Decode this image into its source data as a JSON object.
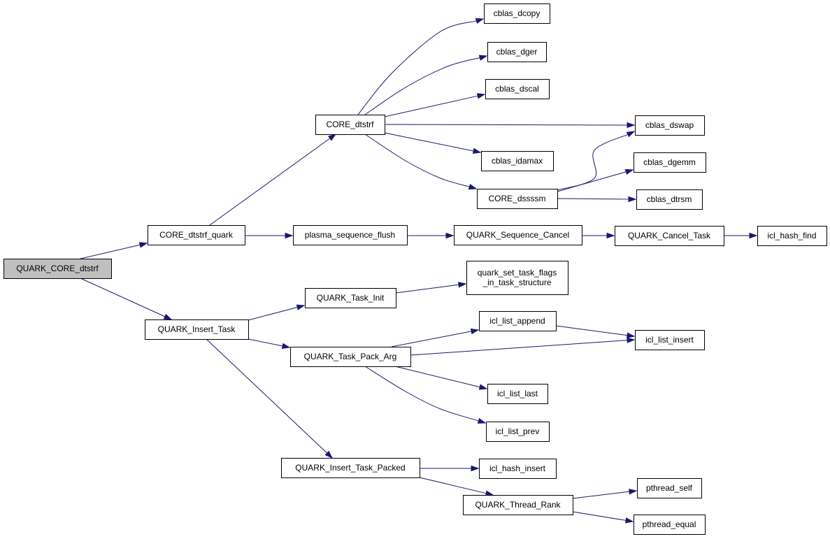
{
  "graph": {
    "colors": {
      "edge": "#191970",
      "node_border": "#000000",
      "root_fill": "#bfbfbf",
      "node_fill": "#ffffff"
    },
    "nodes": [
      {
        "id": "root",
        "label": "QUARK_CORE_dtstrf",
        "root": true
      },
      {
        "id": "core_dtstrf_quark",
        "label": "CORE_dtstrf_quark"
      },
      {
        "id": "quark_insert_task",
        "label": "QUARK_Insert_Task"
      },
      {
        "id": "core_dtstrf",
        "label": "CORE_dtstrf"
      },
      {
        "id": "plasma_sequence_flush",
        "label": "plasma_sequence_flush"
      },
      {
        "id": "quark_task_init",
        "label": "QUARK_Task_Init"
      },
      {
        "id": "quark_task_pack_arg",
        "label": "QUARK_Task_Pack_Arg"
      },
      {
        "id": "quark_insert_task_packed",
        "label": "QUARK_Insert_Task_Packed"
      },
      {
        "id": "cblas_dcopy",
        "label": "cblas_dcopy"
      },
      {
        "id": "cblas_dger",
        "label": "cblas_dger"
      },
      {
        "id": "cblas_dscal",
        "label": "cblas_dscal"
      },
      {
        "id": "cblas_idamax",
        "label": "cblas_idamax"
      },
      {
        "id": "core_dssssm",
        "label": "CORE_dssssm"
      },
      {
        "id": "quark_sequence_cancel",
        "label": "QUARK_Sequence_Cancel"
      },
      {
        "id": "quark_set_task_flags",
        "label": [
          "quark_set_task_flags",
          "_in_task_structure"
        ]
      },
      {
        "id": "icl_list_append",
        "label": "icl_list_append"
      },
      {
        "id": "icl_list_last",
        "label": "icl_list_last"
      },
      {
        "id": "icl_list_prev",
        "label": "icl_list_prev"
      },
      {
        "id": "icl_hash_insert",
        "label": "icl_hash_insert"
      },
      {
        "id": "quark_thread_rank",
        "label": "QUARK_Thread_Rank"
      },
      {
        "id": "cblas_dswap",
        "label": "cblas_dswap"
      },
      {
        "id": "cblas_dgemm",
        "label": "cblas_dgemm"
      },
      {
        "id": "cblas_dtrsm",
        "label": "cblas_dtrsm"
      },
      {
        "id": "quark_cancel_task",
        "label": "QUARK_Cancel_Task"
      },
      {
        "id": "icl_list_insert",
        "label": "icl_list_insert"
      },
      {
        "id": "pthread_self",
        "label": "pthread_self"
      },
      {
        "id": "pthread_equal",
        "label": "pthread_equal"
      },
      {
        "id": "icl_hash_find",
        "label": "icl_hash_find"
      }
    ],
    "edges": [
      {
        "from": "root",
        "to": "core_dtstrf_quark"
      },
      {
        "from": "root",
        "to": "quark_insert_task"
      },
      {
        "from": "core_dtstrf_quark",
        "to": "core_dtstrf"
      },
      {
        "from": "core_dtstrf_quark",
        "to": "plasma_sequence_flush"
      },
      {
        "from": "core_dtstrf",
        "to": "cblas_dcopy"
      },
      {
        "from": "core_dtstrf",
        "to": "cblas_dger"
      },
      {
        "from": "core_dtstrf",
        "to": "cblas_dscal"
      },
      {
        "from": "core_dtstrf",
        "to": "cblas_dswap"
      },
      {
        "from": "core_dtstrf",
        "to": "cblas_idamax"
      },
      {
        "from": "core_dtstrf",
        "to": "core_dssssm"
      },
      {
        "from": "core_dssssm",
        "to": "cblas_dswap"
      },
      {
        "from": "core_dssssm",
        "to": "cblas_dgemm"
      },
      {
        "from": "core_dssssm",
        "to": "cblas_dtrsm"
      },
      {
        "from": "plasma_sequence_flush",
        "to": "quark_sequence_cancel"
      },
      {
        "from": "quark_sequence_cancel",
        "to": "quark_cancel_task"
      },
      {
        "from": "quark_cancel_task",
        "to": "icl_hash_find"
      },
      {
        "from": "quark_insert_task",
        "to": "quark_task_init"
      },
      {
        "from": "quark_insert_task",
        "to": "quark_task_pack_arg"
      },
      {
        "from": "quark_insert_task",
        "to": "quark_insert_task_packed"
      },
      {
        "from": "quark_task_init",
        "to": "quark_set_task_flags"
      },
      {
        "from": "quark_task_pack_arg",
        "to": "icl_list_append"
      },
      {
        "from": "quark_task_pack_arg",
        "to": "icl_list_insert"
      },
      {
        "from": "quark_task_pack_arg",
        "to": "icl_list_last"
      },
      {
        "from": "quark_task_pack_arg",
        "to": "icl_list_prev"
      },
      {
        "from": "icl_list_append",
        "to": "icl_list_insert"
      },
      {
        "from": "quark_insert_task_packed",
        "to": "icl_hash_insert"
      },
      {
        "from": "quark_insert_task_packed",
        "to": "quark_thread_rank"
      },
      {
        "from": "quark_thread_rank",
        "to": "pthread_self"
      },
      {
        "from": "quark_thread_rank",
        "to": "pthread_equal"
      }
    ]
  }
}
